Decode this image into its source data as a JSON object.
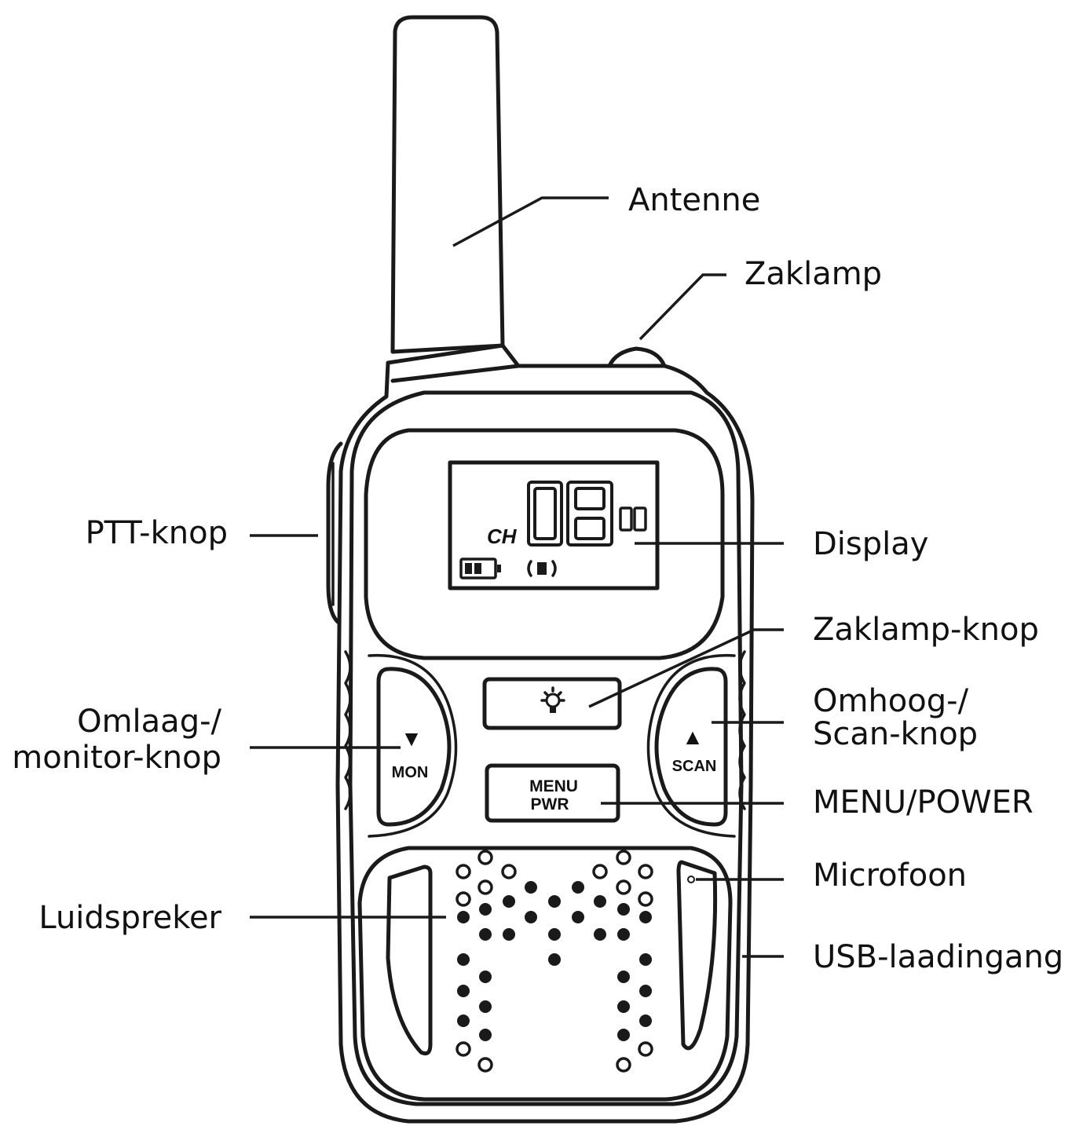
{
  "device": {
    "display": {
      "ch_label": "CH",
      "channel": "08",
      "sub_channel": "00"
    },
    "buttons": {
      "flashlight_symbol": "lightbulb-icon",
      "menu_line1": "MENU",
      "menu_line2": "PWR",
      "mon_label": "MON",
      "scan_label": "SCAN",
      "down_arrow": "▼",
      "up_arrow": "▲"
    }
  },
  "callouts": {
    "antenne": "Antenne",
    "zaklamp": "Zaklamp",
    "ptt": "PTT-knop",
    "display": "Display",
    "zaklamp_knop": "Zaklamp-knop",
    "omlaag_line1": "Omlaag-/",
    "omlaag_line2": "monitor-knop",
    "omhoog_line1": "Omhoog-/",
    "omhoog_line2": "Scan-knop",
    "menu_power": "MENU/POWER",
    "luidspreker": "Luidspreker",
    "microfoon": "Microfoon",
    "usb": "USB-laadingang"
  }
}
